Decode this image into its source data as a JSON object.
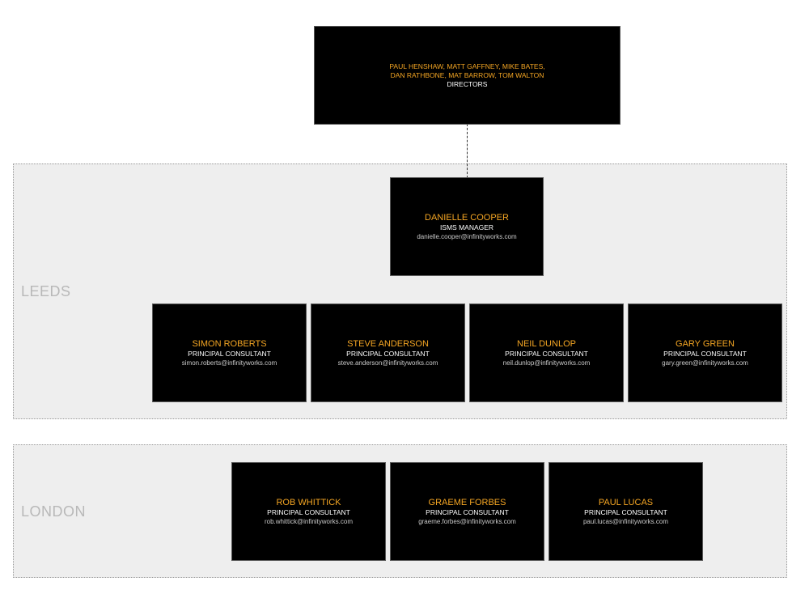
{
  "accent_color": "#f5a623",
  "directors": {
    "names_line1": "PAUL HENSHAW, MATT GAFFNEY, MIKE BATES,",
    "names_line2": "DAN RATHBONE, MAT BARROW, TOM WALTON",
    "role": "DIRECTORS"
  },
  "groups": {
    "leeds": {
      "label": "LEEDS",
      "manager": {
        "name": "DANIELLE COOPER",
        "role": "ISMS MANAGER",
        "email": "danielle.cooper@infinityworks.com"
      },
      "members": [
        {
          "name": "SIMON ROBERTS",
          "role": "PRINCIPAL CONSULTANT",
          "email": "simon.roberts@infinityworks.com"
        },
        {
          "name": "STEVE ANDERSON",
          "role": "PRINCIPAL CONSULTANT",
          "email": "steve.anderson@infinityworks.com"
        },
        {
          "name": "NEIL DUNLOP",
          "role": "PRINCIPAL CONSULTANT",
          "email": "neil.dunlop@infinityworks.com"
        },
        {
          "name": "GARY GREEN",
          "role": "PRINCIPAL CONSULTANT",
          "email": "gary.green@infinityworks.com"
        }
      ]
    },
    "london": {
      "label": "LONDON",
      "members": [
        {
          "name": "ROB WHITTICK",
          "role": "PRINCIPAL CONSULTANT",
          "email": "rob.whittick@infinityworks.com"
        },
        {
          "name": "GRAEME FORBES",
          "role": "PRINCIPAL CONSULTANT",
          "email": "graeme.forbes@infinityworks.com"
        },
        {
          "name": "PAUL LUCAS",
          "role": "PRINCIPAL CONSULTANT",
          "email": "paul.lucas@infinityworks.com"
        }
      ]
    }
  }
}
